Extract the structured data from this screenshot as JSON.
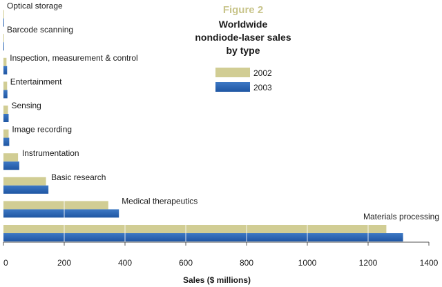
{
  "figure": {
    "label": "Figure 2",
    "title_lines": [
      "Worldwide",
      "nondiode-laser sales",
      "by type"
    ]
  },
  "colors": {
    "s2002": "#d1cd94",
    "s2003": "#3d78c4",
    "s2003_dark": "#1f56a3",
    "grid": "#ffffff"
  },
  "chart_data": {
    "type": "bar",
    "orientation": "horizontal",
    "title": "Worldwide nondiode-laser sales by type",
    "xlabel": "Sales ($ millions)",
    "ylabel": "",
    "xlim": [
      0,
      1400
    ],
    "xticks": [
      0,
      200,
      400,
      600,
      800,
      1000,
      1200,
      1400
    ],
    "grid": true,
    "legend": "top-right",
    "categories": [
      "Optical storage",
      "Barcode scanning",
      "Inspection, measurement & control",
      "Entertainment",
      "Sensing",
      "Image recording",
      "Instrumentation",
      "Basic research",
      "Medical therapeutics",
      "Materials processing"
    ],
    "series": [
      {
        "name": "2002",
        "values": [
          1,
          2,
          10,
          12,
          15,
          17,
          48,
          140,
          345,
          1260
        ]
      },
      {
        "name": "2003",
        "values": [
          1,
          2,
          12,
          13,
          17,
          19,
          52,
          148,
          380,
          1315
        ]
      }
    ]
  }
}
